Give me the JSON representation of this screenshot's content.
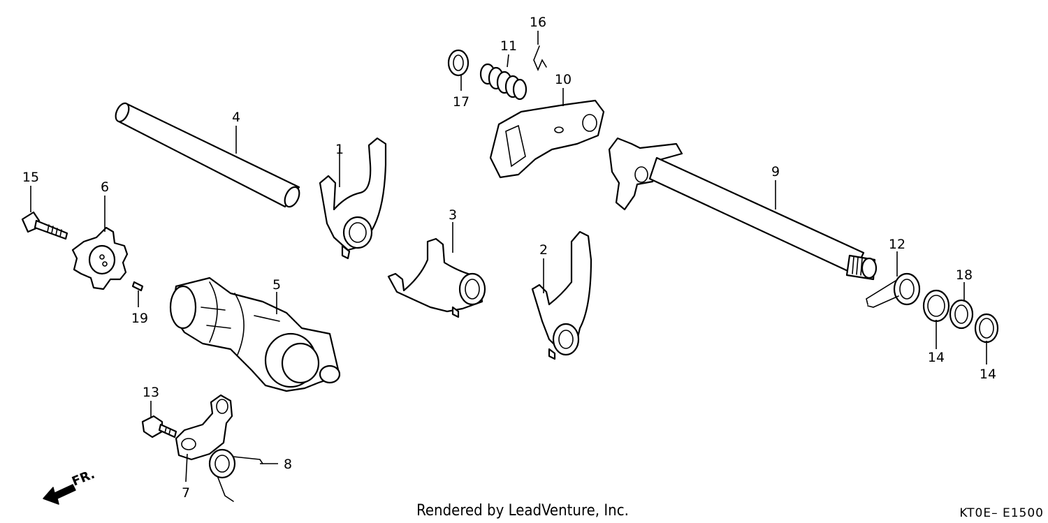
{
  "parts": [
    {
      "id": "part-1",
      "number": "1"
    },
    {
      "id": "part-2",
      "number": "2"
    },
    {
      "id": "part-3",
      "number": "3"
    },
    {
      "id": "part-4",
      "number": "4"
    },
    {
      "id": "part-5",
      "number": "5"
    },
    {
      "id": "part-6",
      "number": "6"
    },
    {
      "id": "part-7",
      "number": "7"
    },
    {
      "id": "part-8",
      "number": "8"
    },
    {
      "id": "part-9",
      "number": "9"
    },
    {
      "id": "part-10",
      "number": "10"
    },
    {
      "id": "part-11",
      "number": "11"
    },
    {
      "id": "part-12",
      "number": "12"
    },
    {
      "id": "part-13",
      "number": "13"
    },
    {
      "id": "part-14a",
      "number": "14"
    },
    {
      "id": "part-14b",
      "number": "14"
    },
    {
      "id": "part-15",
      "number": "15"
    },
    {
      "id": "part-16",
      "number": "16"
    },
    {
      "id": "part-17",
      "number": "17"
    },
    {
      "id": "part-18",
      "number": "18"
    },
    {
      "id": "part-19",
      "number": "19"
    }
  ],
  "direction_label": "FR.",
  "footer": {
    "credit": "Rendered by LeadVenture, Inc.",
    "diagram_code": "KT0E– E1500"
  }
}
